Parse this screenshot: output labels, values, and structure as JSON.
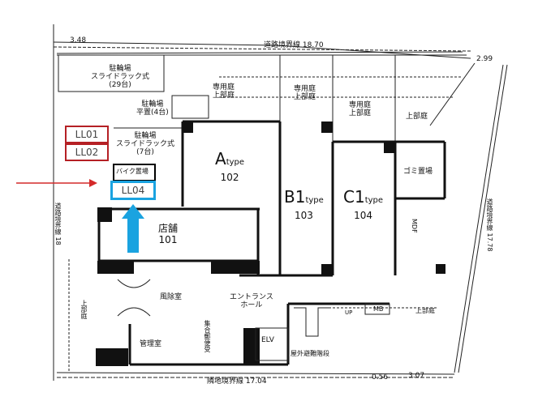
{
  "dimensions": {
    "top_left": "3.48",
    "top_road": "道路境界線 18.70",
    "top_right": "2.99",
    "right_road": "道路境界線 17.78",
    "bottom": "隣地境界線 17.04",
    "bottom_r1": "0.56",
    "bottom_r2": "3.07",
    "left_road": "道路境界線 18"
  },
  "rooms": {
    "bike29": {
      "l1": "駐輪場",
      "l2": "スライドラック式",
      "l3": "(29台)"
    },
    "bike4": {
      "l1": "駐輪場",
      "l2": "平置(4台)"
    },
    "bike7": {
      "l1": "駐輪場",
      "l2": "スライドラック式",
      "l3": "(7台)"
    },
    "moto": "バイク置場",
    "garden1": {
      "l1": "専用庭",
      "l2": "上部庭"
    },
    "garden2": {
      "l1": "専用庭",
      "l2": "上部庭"
    },
    "garden3": {
      "l1": "専用庭",
      "l2": "上部庭"
    },
    "garden4": "上部庭",
    "unitA": {
      "name": "A",
      "type": "type",
      "num": "102"
    },
    "unitB": {
      "name": "B1",
      "type": "type",
      "num": "103"
    },
    "unitC": {
      "name": "C1",
      "type": "type",
      "num": "104"
    },
    "garbage": "ゴミ置場",
    "shop": {
      "name": "店舗",
      "num": "101"
    },
    "windbreak": "風除室",
    "entrance": {
      "l1": "エントランス",
      "l2": "ホール"
    },
    "office": "管理室",
    "elv": "ELV",
    "stairs": "屋外避難階段",
    "mb": "MB",
    "up": "UP",
    "upper_right": "上部庭",
    "mdf": "MDF",
    "mailbox": "集合郵便受",
    "upper_left": "上部庭"
  },
  "labels": {
    "ll01": "LL01",
    "ll02": "LL02",
    "ll04": "LL04"
  },
  "colors": {
    "red": "#b52025",
    "blue": "#1aa3e0"
  }
}
